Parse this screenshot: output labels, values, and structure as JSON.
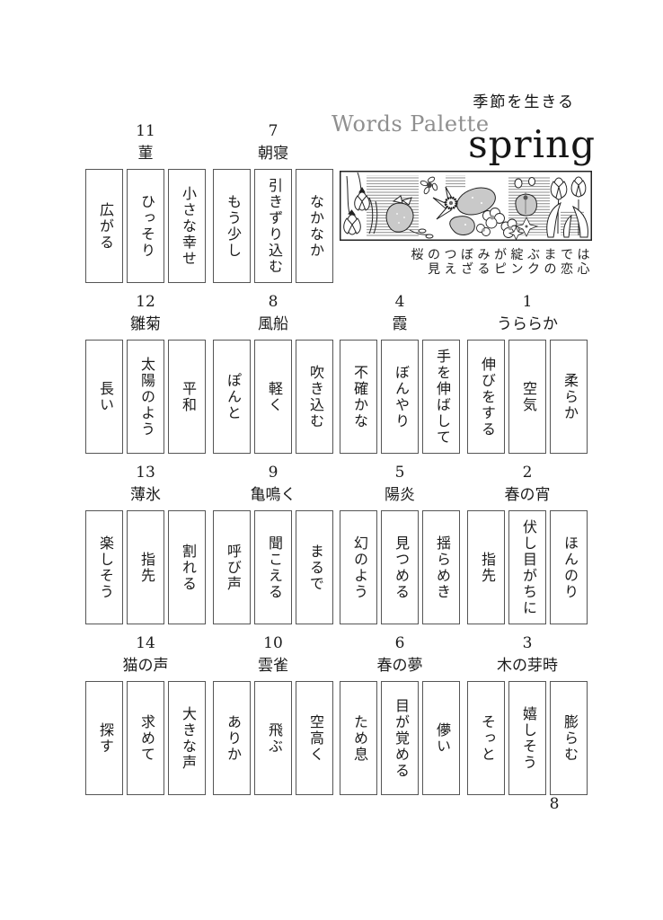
{
  "header": {
    "slogan": "季節を生きる",
    "title": "Words Palette",
    "season": "spring"
  },
  "poem": {
    "line1": "桜のつぼみが綻ぶまでは",
    "line2": "見えざるピンクの恋心"
  },
  "illustration": {
    "name": "spring-flowers-band",
    "motifs": [
      "snowdrop",
      "strawberry",
      "daisy",
      "pansy",
      "poppy",
      "tulip"
    ]
  },
  "colors": {
    "box_border": "#555555",
    "muted_title": "#8f8f8f",
    "illustration_gray": "#c9c9c9",
    "ink": "#1b1b1b"
  },
  "page_number": "8",
  "groups": [
    {
      "number": "11",
      "title": "菫",
      "words": [
        "広がる",
        "ひっそり",
        "小さな幸せ"
      ],
      "row": 1,
      "col": 1
    },
    {
      "number": "7",
      "title": "朝寝",
      "words": [
        "もう少し",
        "引きずり込む",
        "なかなか"
      ],
      "row": 1,
      "col": 2
    },
    {
      "number": "12",
      "title": "雛菊",
      "words": [
        "長い",
        "太陽のよう",
        "平和"
      ],
      "row": 2,
      "col": 1
    },
    {
      "number": "8",
      "title": "風船",
      "words": [
        "ぽんと",
        "軽く",
        "吹き込む"
      ],
      "row": 2,
      "col": 2
    },
    {
      "number": "4",
      "title": "霞",
      "words": [
        "不確かな",
        "ぼんやり",
        "手を伸ばして"
      ],
      "row": 2,
      "col": 3
    },
    {
      "number": "1",
      "title": "うららか",
      "words": [
        "伸びをする",
        "空気",
        "柔らか"
      ],
      "row": 2,
      "col": 4
    },
    {
      "number": "13",
      "title": "薄氷",
      "words": [
        "楽しそう",
        "指先",
        "割れる"
      ],
      "row": 3,
      "col": 1
    },
    {
      "number": "9",
      "title": "亀鳴く",
      "words": [
        "呼び声",
        "聞こえる",
        "まるで"
      ],
      "row": 3,
      "col": 2
    },
    {
      "number": "5",
      "title": "陽炎",
      "words": [
        "幻のよう",
        "見つめる",
        "揺らめき"
      ],
      "row": 3,
      "col": 3
    },
    {
      "number": "2",
      "title": "春の宵",
      "words": [
        "指先",
        "伏し目がちに",
        "ほんのり"
      ],
      "row": 3,
      "col": 4
    },
    {
      "number": "14",
      "title": "猫の声",
      "words": [
        "探す",
        "求めて",
        "大きな声"
      ],
      "row": 4,
      "col": 1
    },
    {
      "number": "10",
      "title": "雲雀",
      "words": [
        "ありか",
        "飛ぶ",
        "空高く"
      ],
      "row": 4,
      "col": 2
    },
    {
      "number": "6",
      "title": "春の夢",
      "words": [
        "ため息",
        "目が覚める",
        "儚い"
      ],
      "row": 4,
      "col": 3
    },
    {
      "number": "3",
      "title": "木の芽時",
      "words": [
        "そっと",
        "嬉しそう",
        "膨らむ"
      ],
      "row": 4,
      "col": 4
    }
  ]
}
